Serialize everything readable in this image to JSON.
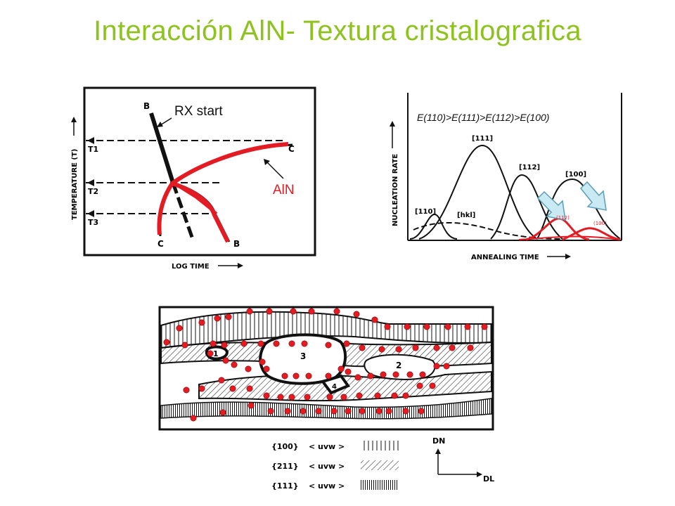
{
  "title": "Interacción AlN- Textura cristalografica",
  "colors": {
    "title": "#8dc21f",
    "highlight": "#e31b23",
    "arrow_fill": "#c9e9f3",
    "arrow_stroke": "#5a9fb8",
    "ink": "#111111"
  },
  "panel_ttt": {
    "curve_b_label_top": "B",
    "curve_b_label_bottom": "B",
    "curve_c_label_right": "C",
    "curve_c_label_bottom": "C",
    "temps": [
      "T1",
      "T2",
      "T3"
    ],
    "y_axis_label": "TEMPERATURE (T)",
    "x_axis_label": "LOG TIME",
    "rx_start_label": "RX start",
    "aln_label": "AlN"
  },
  "panel_nucleation": {
    "energy_order": "E(110)>E(111)>E(112)>E(100)",
    "y_axis_label": "NUCLEATION RATE",
    "x_axis_label": "ANNEALING TIME",
    "peaks": [
      "[110]",
      "[111]",
      "[112]",
      "[100]"
    ],
    "hkl_label": "[hkl]",
    "small_labels": [
      "(112)",
      "(100)"
    ]
  },
  "panel_microstructure": {
    "grain_numbers": [
      "1",
      "2",
      "3",
      "4"
    ],
    "legend": [
      {
        "plane": "{100}",
        "dir": "< uvw >",
        "pattern": "vertical-lines"
      },
      {
        "plane": "{211}",
        "dir": "< uvw >",
        "pattern": "diagonal-hatch"
      },
      {
        "plane": "{111}",
        "dir": "< uvw >",
        "pattern": "dense-vertical"
      }
    ],
    "dn_label": "DN",
    "dl_label": "DL"
  }
}
